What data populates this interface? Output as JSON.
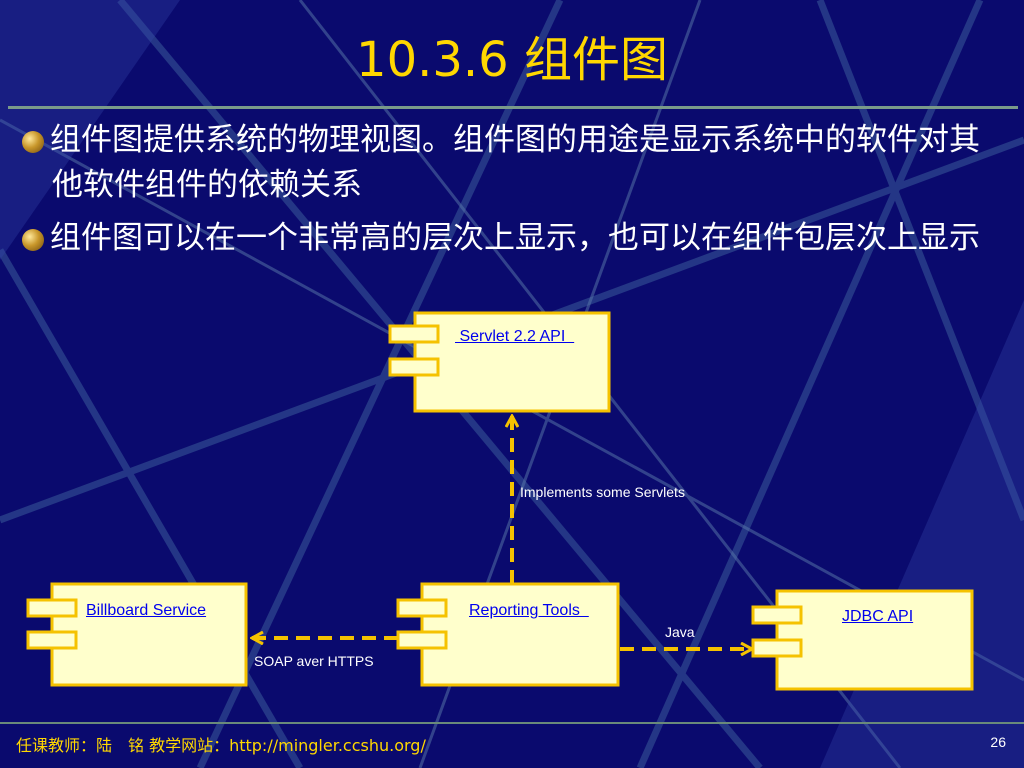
{
  "slide": {
    "title": "10.3.6 组件图",
    "bullets": [
      "组件图提供系统的物理视图。组件图的用途是显示系统中的软件对其他软件组件的依赖关系",
      "组件图可以在一个非常高的层次上显示，也可以在组件包层次上显示"
    ],
    "footer": "任课教师：陆　铭  教学网站：http://mingler.ccshu.org/",
    "page_number": "26"
  },
  "diagram": {
    "components": {
      "servlet": " Servlet 2.2 API  ",
      "billboard": "Billboard Service",
      "reporting": "Reporting Tools  ",
      "jdbc": "JDBC API"
    },
    "edges": {
      "implements": "Implements some Servlets",
      "soap": "SOAP aver HTTPS",
      "java": "Java"
    },
    "colors": {
      "component_fill": "#ffffcc",
      "component_border": "#f5c200",
      "arrow": "#f5c200",
      "background": "#0a0a6e"
    }
  }
}
